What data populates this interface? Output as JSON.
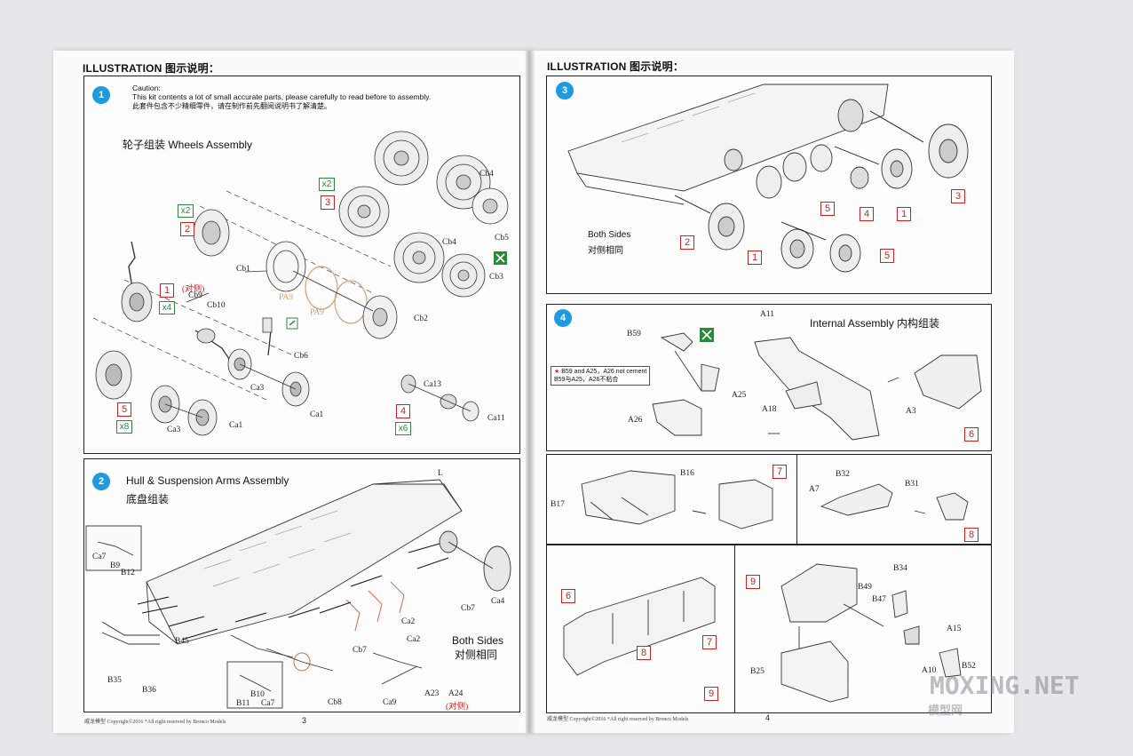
{
  "headings": {
    "left": "ILLUSTRATION 图示说明：",
    "right": "ILLUSTRATION 图示说明："
  },
  "step1": {
    "number": "1",
    "caution_title": "Caution:",
    "caution_en": "This kit contents a lot of small accurate parts, please carefully to read before to assembly.",
    "caution_cn": "此套件包含不少精细零件，请在制作前先翻阅说明书了解清楚。",
    "title": "轮子组装  Wheels Assembly",
    "qty_x2_a": "x2",
    "qty_x2_b": "x2",
    "qty_x4": "x4",
    "qty_x8": "x8",
    "qty_x6": "x6",
    "ref_2": "2",
    "ref_3": "3",
    "ref_1": "1",
    "ref_5": "5",
    "ref_4": "4",
    "note_opposite": "(对侧)",
    "labels": [
      "Cb4",
      "Cb5",
      "Cb4",
      "Cb3",
      "Cb1",
      "Cb2",
      "Cb9",
      "Cb10",
      "Cb6",
      "Ca3",
      "Ca1",
      "Ca3",
      "Ca1",
      "Ca13",
      "Ca11",
      "PA9",
      "PA9"
    ]
  },
  "step2": {
    "number": "2",
    "title_en": "Hull & Suspension Arms Assembly",
    "title_cn": "底盘组装",
    "both_sides_en": "Both Sides",
    "both_sides_cn": "对侧相同",
    "labels": [
      "L",
      "Ca7",
      "B9",
      "B12",
      "Ca4",
      "Cb7",
      "Ca2",
      "Ca2",
      "Cb7",
      "B45",
      "B35",
      "B36",
      "B10",
      "B11",
      "Ca7",
      "Cb8",
      "Ca9",
      "A23",
      "A24"
    ],
    "opposite": "(对侧)"
  },
  "step3": {
    "number": "3",
    "both_sides_en": "Both Sides",
    "both_sides_cn": "对侧相同",
    "refs": [
      "3",
      "5",
      "4",
      "1",
      "2",
      "1",
      "5"
    ]
  },
  "step4": {
    "number": "4",
    "title": "Internal Assembly 内构组装",
    "note_en": "B59 and A25，A26 not cement",
    "note_cn": "B59与A25，A26不粘合",
    "labels": [
      "B59",
      "A11",
      "A25",
      "A26",
      "A18",
      "A3"
    ],
    "ref": "6"
  },
  "step7": {
    "ref": "7",
    "labels": [
      "B16",
      "B17"
    ]
  },
  "step8": {
    "ref": "8",
    "labels": [
      "B32",
      "B31",
      "A7"
    ]
  },
  "step9a": {
    "refs": [
      "6",
      "8",
      "7",
      "9"
    ]
  },
  "step9b": {
    "ref": "9",
    "labels": [
      "B34",
      "B49",
      "B47",
      "A15",
      "A10",
      "B52",
      "B25"
    ]
  },
  "footer": {
    "left": "威龙模型  Copyright©2016  *All right reserved by Bronco Models",
    "right": "威龙模型  Copyright©2016  *All right reserved by Bronco Models",
    "page_left": "3",
    "page_right": "4"
  },
  "watermark": {
    "main": "MOXING.NET",
    "sub": "模型网"
  }
}
